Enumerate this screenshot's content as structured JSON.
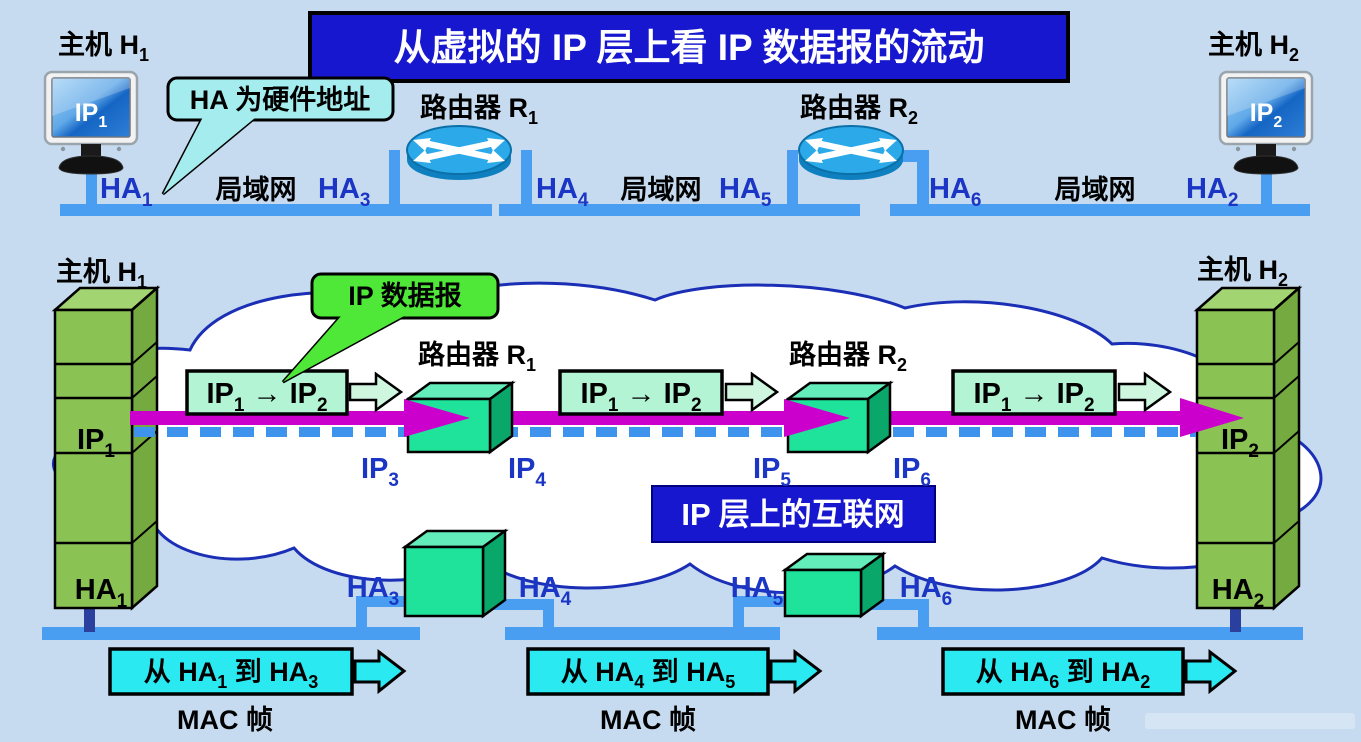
{
  "title": "从虚拟的 IP 层上看 IP 数据报的流动",
  "top": {
    "host1_label": {
      "t": "主机 H",
      "sub": "1"
    },
    "host2_label": {
      "t": "主机 H",
      "sub": "2"
    },
    "host1_screen": {
      "t": "IP",
      "sub": "1"
    },
    "host2_screen": {
      "t": "IP",
      "sub": "2"
    },
    "router1_label": {
      "t": "路由器 R",
      "sub": "1"
    },
    "router2_label": {
      "t": "路由器 R",
      "sub": "2"
    },
    "callout": "HA 为硬件地址",
    "lan_labels": [
      "局域网",
      "局域网",
      "局域网"
    ],
    "ha_labels": [
      {
        "t": "HA",
        "sub": "1"
      },
      {
        "t": "HA",
        "sub": "3"
      },
      {
        "t": "HA",
        "sub": "4"
      },
      {
        "t": "HA",
        "sub": "5"
      },
      {
        "t": "HA",
        "sub": "6"
      },
      {
        "t": "HA",
        "sub": "2"
      }
    ]
  },
  "bottom": {
    "host1_label": {
      "t": "主机 H",
      "sub": "1"
    },
    "host2_label": {
      "t": "主机 H",
      "sub": "2"
    },
    "router1_label": {
      "t": "路由器 R",
      "sub": "1"
    },
    "router2_label": {
      "t": "路由器 R",
      "sub": "2"
    },
    "datagram_callout": "IP 数据报",
    "internet_label": "IP 层上的互联网",
    "tower1_ip": {
      "t": "IP",
      "sub": "1"
    },
    "tower1_ha": {
      "t": "HA",
      "sub": "1"
    },
    "tower2_ip": {
      "t": "IP",
      "sub": "2"
    },
    "tower2_ha": {
      "t": "HA",
      "sub": "2"
    },
    "ip_labels": [
      {
        "t": "IP",
        "sub": "3"
      },
      {
        "t": "IP",
        "sub": "4"
      },
      {
        "t": "IP",
        "sub": "5"
      },
      {
        "t": "IP",
        "sub": "6"
      }
    ],
    "ha_labels": [
      {
        "t": "HA",
        "sub": "3"
      },
      {
        "t": "HA",
        "sub": "4"
      },
      {
        "t": "HA",
        "sub": "5"
      },
      {
        "t": "HA",
        "sub": "6"
      }
    ],
    "flow_boxes": [
      {
        "a": {
          "t": "IP",
          "sub": "1"
        },
        "arrow": " → ",
        "b": {
          "t": "IP",
          "sub": "2"
        }
      },
      {
        "a": {
          "t": "IP",
          "sub": "1"
        },
        "arrow": " → ",
        "b": {
          "t": "IP",
          "sub": "2"
        }
      },
      {
        "a": {
          "t": "IP",
          "sub": "1"
        },
        "arrow": " → ",
        "b": {
          "t": "IP",
          "sub": "2"
        }
      }
    ],
    "mac_boxes": [
      {
        "a": {
          "t": "从 HA",
          "sub": "1"
        },
        "b": {
          "t": " 到 HA",
          "sub": "3"
        }
      },
      {
        "a": {
          "t": "从 HA",
          "sub": "4"
        },
        "b": {
          "t": " 到 HA",
          "sub": "5"
        }
      },
      {
        "a": {
          "t": "从 HA",
          "sub": "6"
        },
        "b": {
          "t": " 到 HA",
          "sub": "2"
        }
      }
    ],
    "mac_frame_labels": [
      "MAC 帧",
      "MAC 帧",
      "MAC 帧"
    ]
  },
  "colors": {
    "background": "#C6DBEF",
    "deep_blue": "#1717CF",
    "lan_blue": "#4A9EF2",
    "dark_connector_blue": "#2B3F9E",
    "label_blue": "#1B35C5",
    "cloud_outline": "#1A2FB5",
    "magenta": "#CC00CC",
    "dash_blue": "#3E94EC",
    "cyan_box": "#2BE9F0",
    "cyan_callout": "#A5ECEF",
    "green_callout": "#4FE838",
    "mint_box": "#B2F4D3",
    "mint_arrow": "#CFF7E0",
    "cube_green": "#1FE29B",
    "tower_green": "#8BC254",
    "router_cyan": "#2BA9E9"
  }
}
